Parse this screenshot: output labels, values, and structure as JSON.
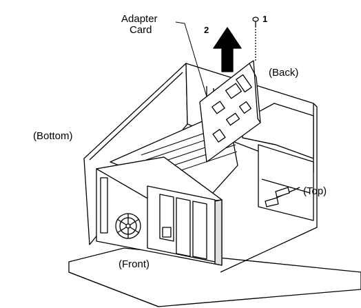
{
  "labels": {
    "adapter_card_line1": "Adapter",
    "adapter_card_line2": "Card",
    "callout_1": "1",
    "callout_2": "2",
    "back": "(Back)",
    "bottom": "(Bottom)",
    "top": "(Top)",
    "front": "(Front)"
  },
  "colors": {
    "line": "#000000",
    "fill": "#ffffff",
    "shade": "#e0e0e0"
  },
  "icons": {
    "removal_arrow": "arrow-up-icon",
    "fan": "fan-icon",
    "screw": "screw-icon"
  }
}
